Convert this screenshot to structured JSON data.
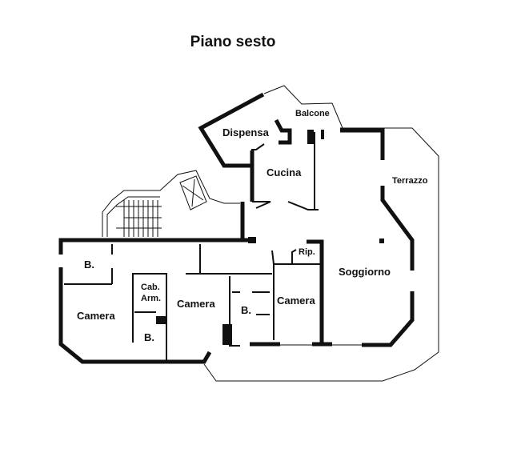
{
  "title": "Piano sesto",
  "rooms": {
    "dispensa": "Dispensa",
    "balcone": "Balcone",
    "cucina": "Cucina",
    "terrazzo": "Terrazzo",
    "bagno1": "B.",
    "rip": "Rip.",
    "soggiorno": "Soggiorno",
    "cab_arm_1": "Cab.",
    "cab_arm_2": "Arm.",
    "camera1": "Camera",
    "camera2": "Camera",
    "camera3": "Camera",
    "bagno2": "B.",
    "bagno3": "B."
  }
}
